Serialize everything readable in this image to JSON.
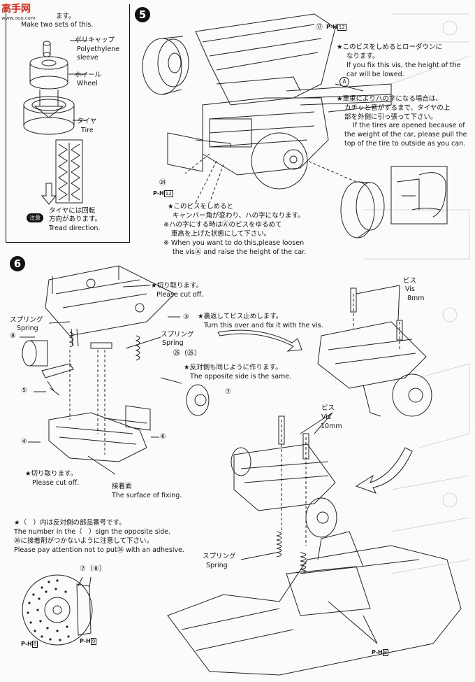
{
  "watermark": {
    "logo": "高手网",
    "url": "www.ooo.com"
  },
  "left_panel": {
    "top_jp": "ます。",
    "top_en": "Make two sets of this.",
    "cap_jp": "ポリキャップ",
    "cap_en1": "Polyethylene",
    "cap_en2": "sleeve",
    "wheel_jp": "ホイール",
    "wheel_en": "Wheel",
    "tire_jp": "タイヤ",
    "tire_en": "Tire",
    "caution_badge": "注意",
    "tread_jp1": "タイヤには回転",
    "tread_jp2": "方向があります。",
    "tread_en": "Tread direction."
  },
  "step5": {
    "number": "5",
    "part17": "⑰",
    "ph12_top": "P-H",
    "ph12_box": "12",
    "part24": "㉔",
    "ph12_bottom": "P-H",
    "ph12_bottom_box": "12",
    "part_a": "A",
    "note1_jp1": "★このビスをしめるとローダウンに",
    "note1_jp2": "なります。",
    "note1_en1": "If you fix this vis, the height of the",
    "note1_en2": "car will be lowed.",
    "note2_jp1": "★車重によりハの字になる場合は、",
    "note2_jp2": "カチッと音がするまで、タイヤの上",
    "note2_jp3": "部を外側に引っ張って下さい。",
    "note2_en1": "If the tires are opened because of",
    "note2_en2": "the weight of the car, please pull the",
    "note2_en3": "top of the tire to outside as you can.",
    "note3_jp1": "★このビスをしめると",
    "note3_jp2": "キャンバー角が変わり、ハの字になります。",
    "note3_jp3": "※ハの字にする時はⒶのビスをゆるめて",
    "note3_jp4": "車高を上げた状態にして下さい。",
    "note3_en1": "※ When you want to do this,please loosen",
    "note3_en2": "the visⒶ and raise the height of the car."
  },
  "step6": {
    "number": "6",
    "cut1_jp": "★切り取ります。",
    "cut1_en": "Please cut off.",
    "spring_l_jp": "スプリング",
    "spring_l_en": "Spring",
    "spring_r_jp": "スプリング",
    "spring_r_en": "Spring",
    "p8": "⑧",
    "p5": "⑤",
    "p4": "④",
    "p3": "③",
    "p6": "⑥",
    "p7": "⑦",
    "p26": "㉖（㉖）",
    "turn_jp": "★裏返してビス止めします。",
    "turn_en": "Turn this over and fix it with the vis.",
    "opp_jp": "★反対側も同じように作ります。",
    "opp_en": "The opposite side is the same.",
    "cut2_jp": "★切り取ります。",
    "cut2_en": "Please cut off.",
    "fix_jp": "接着面",
    "fix_en": "The surface of fixing.",
    "vis8_jp": "ビス",
    "vis8_en": "Vis",
    "vis8_size": "8mm",
    "vis10_jp": "ビス",
    "vis10_en": "Vis",
    "vis10_size": "10mm",
    "spring_b_jp": "スプリング",
    "spring_b_en": "Spring",
    "foot1_jp": "★（　）内は反対側の部品番号です。",
    "foot1_en": "The number in the（　）sign the opposite side.",
    "foot2_jp": "㉖に接着剤がつかないように注意して下さい。",
    "foot2_en": "Please pay attention not to put㉖ with an adhesive.",
    "brake_label": "⑦（⑧）",
    "ph8_a": "P-H",
    "ph8_a_box": "8",
    "ph9": "P-H",
    "ph9_box": "9",
    "ph8_b": "P-H",
    "ph8_b_box": "8"
  }
}
